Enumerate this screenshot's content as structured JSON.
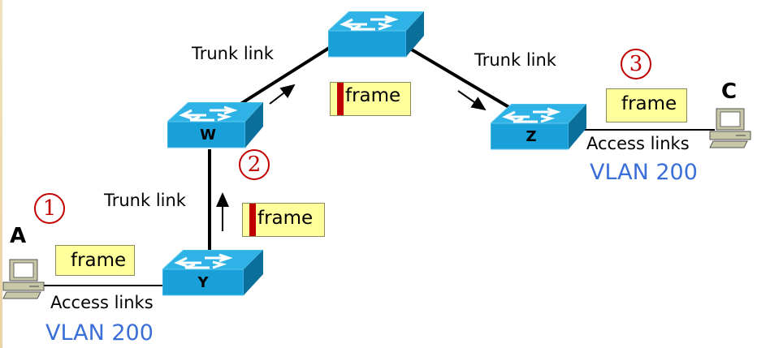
{
  "diagram": {
    "title": "VLAN trunking frame path",
    "switches": [
      {
        "id": "top",
        "label": ""
      },
      {
        "id": "w",
        "label": "W"
      },
      {
        "id": "y",
        "label": "Y"
      },
      {
        "id": "z",
        "label": "Z"
      }
    ],
    "hosts": [
      {
        "id": "a",
        "label": "A"
      },
      {
        "id": "c",
        "label": "C"
      }
    ],
    "links": {
      "trunk_w_top": "Trunk link",
      "trunk_top_z": "Trunk link",
      "trunk_y_w": "Trunk link",
      "access_left": "Access links",
      "access_right": "Access links"
    },
    "vlans": {
      "left": "VLAN 200",
      "right": "VLAN 200"
    },
    "steps": [
      "①",
      "②",
      "③"
    ],
    "step_numbers": [
      "1",
      "2",
      "3"
    ],
    "frames": {
      "untagged_left": "frame",
      "tagged_up": "frame",
      "tagged_top": "frame",
      "untagged_right": "frame"
    },
    "colors": {
      "switch_face": "#1aa0d8",
      "switch_top": "#2fb3e6",
      "switch_side": "#0b6f9c",
      "tag": "#c00000",
      "frame_bg": "#ffff9c",
      "vlan_text": "#3a6fd8",
      "step": "#c00000"
    }
  }
}
